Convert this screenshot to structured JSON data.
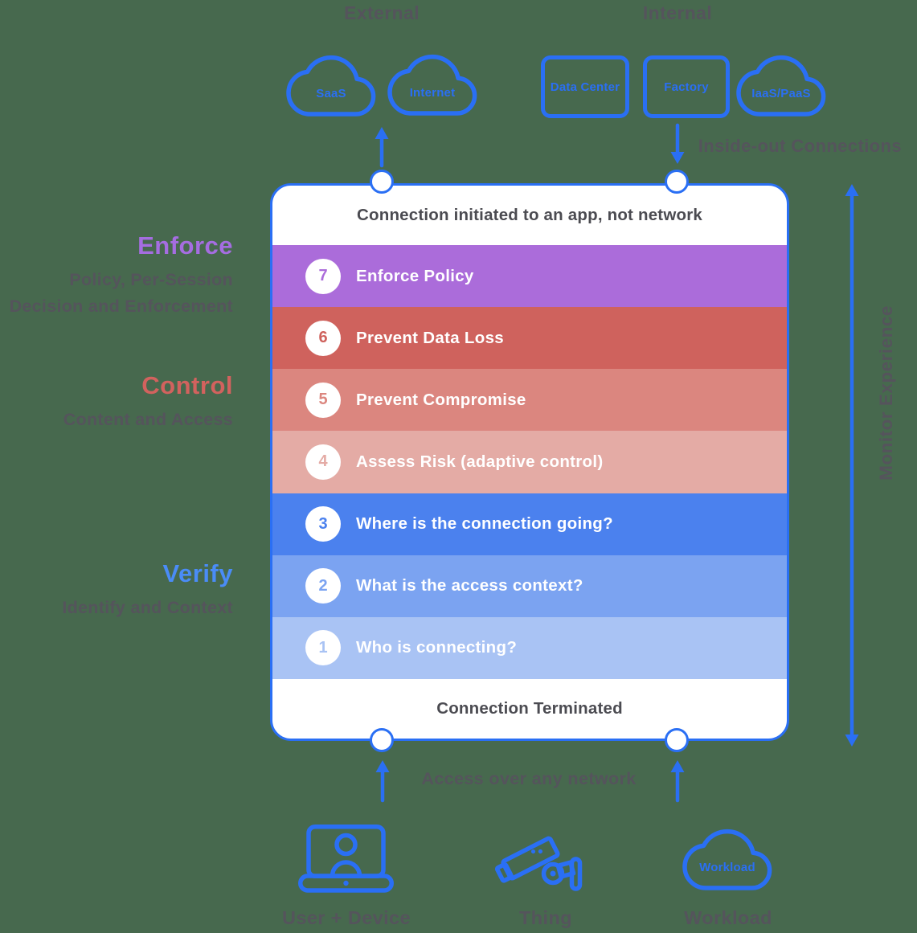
{
  "colors": {
    "background": "#47694E",
    "accent_blue": "#2A6FF4",
    "grey_text": "#55545C",
    "title_text": "#4B4B51",
    "enforce_heading": "#A56DE1",
    "control_heading": "#D2625E",
    "verify_heading": "#4A8CF7"
  },
  "top": {
    "external_label": "External",
    "internal_label": "Internal",
    "clouds": [
      {
        "label": "SaaS",
        "icon": "cloud-icon"
      },
      {
        "label": "Internet",
        "icon": "cloud-icon"
      },
      {
        "label": "IaaS/PaaS",
        "icon": "cloud-icon"
      }
    ],
    "boxes": [
      {
        "label": "Data Center"
      },
      {
        "label": "Factory"
      }
    ],
    "inside_out_label": "Inside-out Connections"
  },
  "left_panel": {
    "groups": [
      {
        "heading": "Enforce",
        "color": "#A56DE1",
        "subtitle_lines": [
          "Policy, Per-Session",
          "Decision and Enforcement"
        ]
      },
      {
        "heading": "Control",
        "color": "#D2625E",
        "subtitle_lines": [
          "Content and Access"
        ]
      },
      {
        "heading": "Verify",
        "color": "#4A8CF7",
        "subtitle_lines": [
          "Identify and Context"
        ]
      }
    ]
  },
  "box": {
    "top_label": "Connection initiated to an app, not network",
    "bottom_label": "Connection Terminated",
    "steps": [
      {
        "num": "7",
        "label": "Enforce Policy",
        "color": "#AB6CDA"
      },
      {
        "num": "6",
        "label": "Prevent Data Loss",
        "color": "#CF625D"
      },
      {
        "num": "5",
        "label": "Prevent Compromise",
        "color": "#DB867F"
      },
      {
        "num": "4",
        "label": "Assess Risk (adaptive control)",
        "color": "#E4ABA5"
      },
      {
        "num": "3",
        "label": "Where is the connection going?",
        "color": "#4B81EE"
      },
      {
        "num": "2",
        "label": "What is the access context?",
        "color": "#7BA3F1"
      },
      {
        "num": "1",
        "label": "Who is connecting?",
        "color": "#A9C3F4"
      }
    ]
  },
  "right_panel": {
    "monitor_label": "Monitor Experience"
  },
  "bottom": {
    "access_label": "Access over any network",
    "sources": [
      {
        "label": "User + Device",
        "icon": "laptop-user-icon"
      },
      {
        "label": "Thing",
        "icon": "cctv-camera-icon"
      },
      {
        "label": "Workload",
        "icon": "cloud-icon",
        "cloud_text": "Workload"
      }
    ]
  }
}
